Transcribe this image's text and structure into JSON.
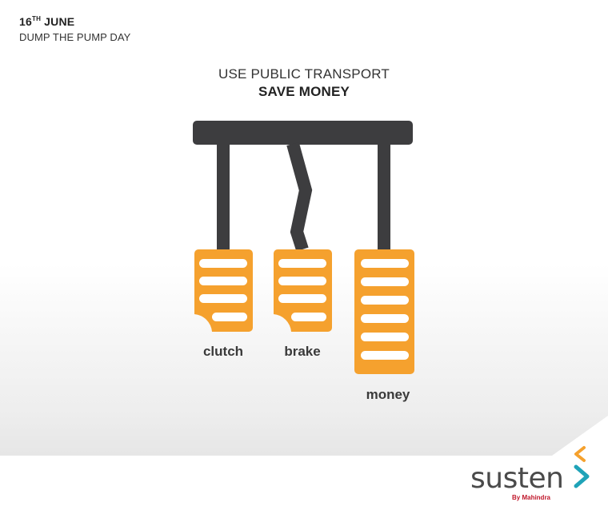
{
  "header": {
    "date_day": "16",
    "date_suffix": "TH",
    "date_month": "JUNE",
    "event_name": "DUMP THE PUMP DAY"
  },
  "headline": {
    "line1": "USE PUBLIC TRANSPORT",
    "line2": "SAVE MONEY"
  },
  "pedals": [
    {
      "label": "clutch"
    },
    {
      "label": "brake"
    },
    {
      "label": "money"
    }
  ],
  "colors": {
    "pedal_orange": "#f5a12e",
    "bar_gray": "#3d3d3f",
    "logo_orange": "#f5a12e",
    "logo_teal": "#1fa3b8",
    "logo_red": "#c0172b"
  },
  "brand": {
    "name": "susten",
    "byline": "By Mahindra"
  }
}
